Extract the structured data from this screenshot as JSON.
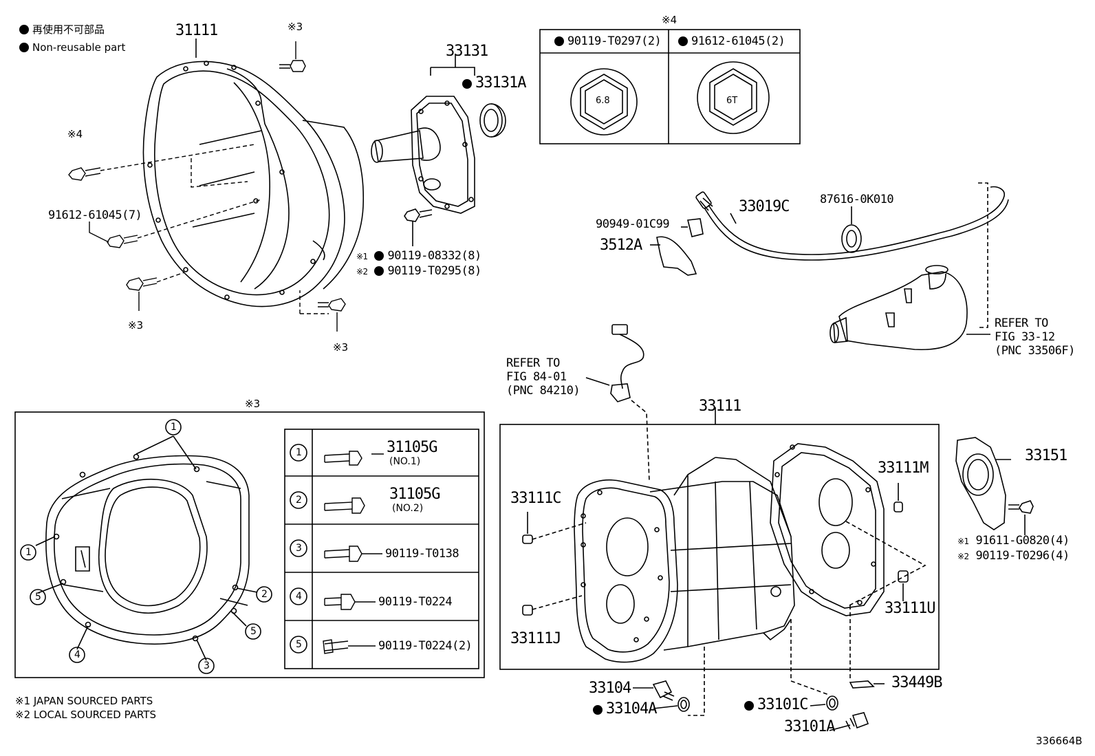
{
  "legend": {
    "non_reusable_jp": "再使用不可部品",
    "non_reusable_en": "Non-reusable part"
  },
  "notes": {
    "japan": "※1 JAPAN SOURCED PARTS",
    "local": "※2 LOCAL SOURCED PARTS"
  },
  "diagram_id": "336664B",
  "parts": {
    "p31111": "31111",
    "p33131": "33131",
    "p33131a": "33131A",
    "p91612_7": "91612-61045(7)",
    "p90119_08332": "90119-08332(8)",
    "p90119_t0295": "90119-T0295(8)",
    "p90949": "90949-01C99",
    "p3512a": "3512A",
    "p33019c": "33019C",
    "p87616": "87616-0K010",
    "refer_fig3312_1": "REFER TO",
    "refer_fig3312_2": "FIG 33-12",
    "refer_fig3312_3": "(PNC 33506F)",
    "refer_fig8401_1": "REFER TO",
    "refer_fig8401_2": "FIG 84-01",
    "refer_fig8401_3": "(PNC 84210)",
    "p33111": "33111",
    "p33111c": "33111C",
    "p33111j": "33111J",
    "p33111m": "33111M",
    "p33111u": "33111U",
    "p33151": "33151",
    "p91611": "91611-G0820(4)",
    "p90119_t0296": "90119-T0296(4)",
    "p33104": "33104",
    "p33104a": "33104A",
    "p33101c": "33101C",
    "p33101a": "33101A",
    "p33449b": "33449B"
  },
  "marks": {
    "m1": "※1",
    "m2": "※2",
    "m3": "※3",
    "m4": "※4"
  },
  "box4": {
    "col1": "90119-T0297(2)",
    "col2": "91612-61045(2)",
    "hex1": "6.8",
    "hex2": "6T"
  },
  "box3_table": [
    {
      "num": "1",
      "part": "31105G",
      "sub": "(NO.1)"
    },
    {
      "num": "2",
      "part": "31105G",
      "sub": "(NO.2)"
    },
    {
      "num": "3",
      "part": "90119-T0138",
      "sub": ""
    },
    {
      "num": "4",
      "part": "90119-T0224",
      "sub": ""
    },
    {
      "num": "5",
      "part": "90119-T0224(2)",
      "sub": ""
    }
  ],
  "circle_nums": {
    "n1": "1",
    "n2": "2",
    "n3": "3",
    "n4": "4",
    "n5": "5"
  }
}
